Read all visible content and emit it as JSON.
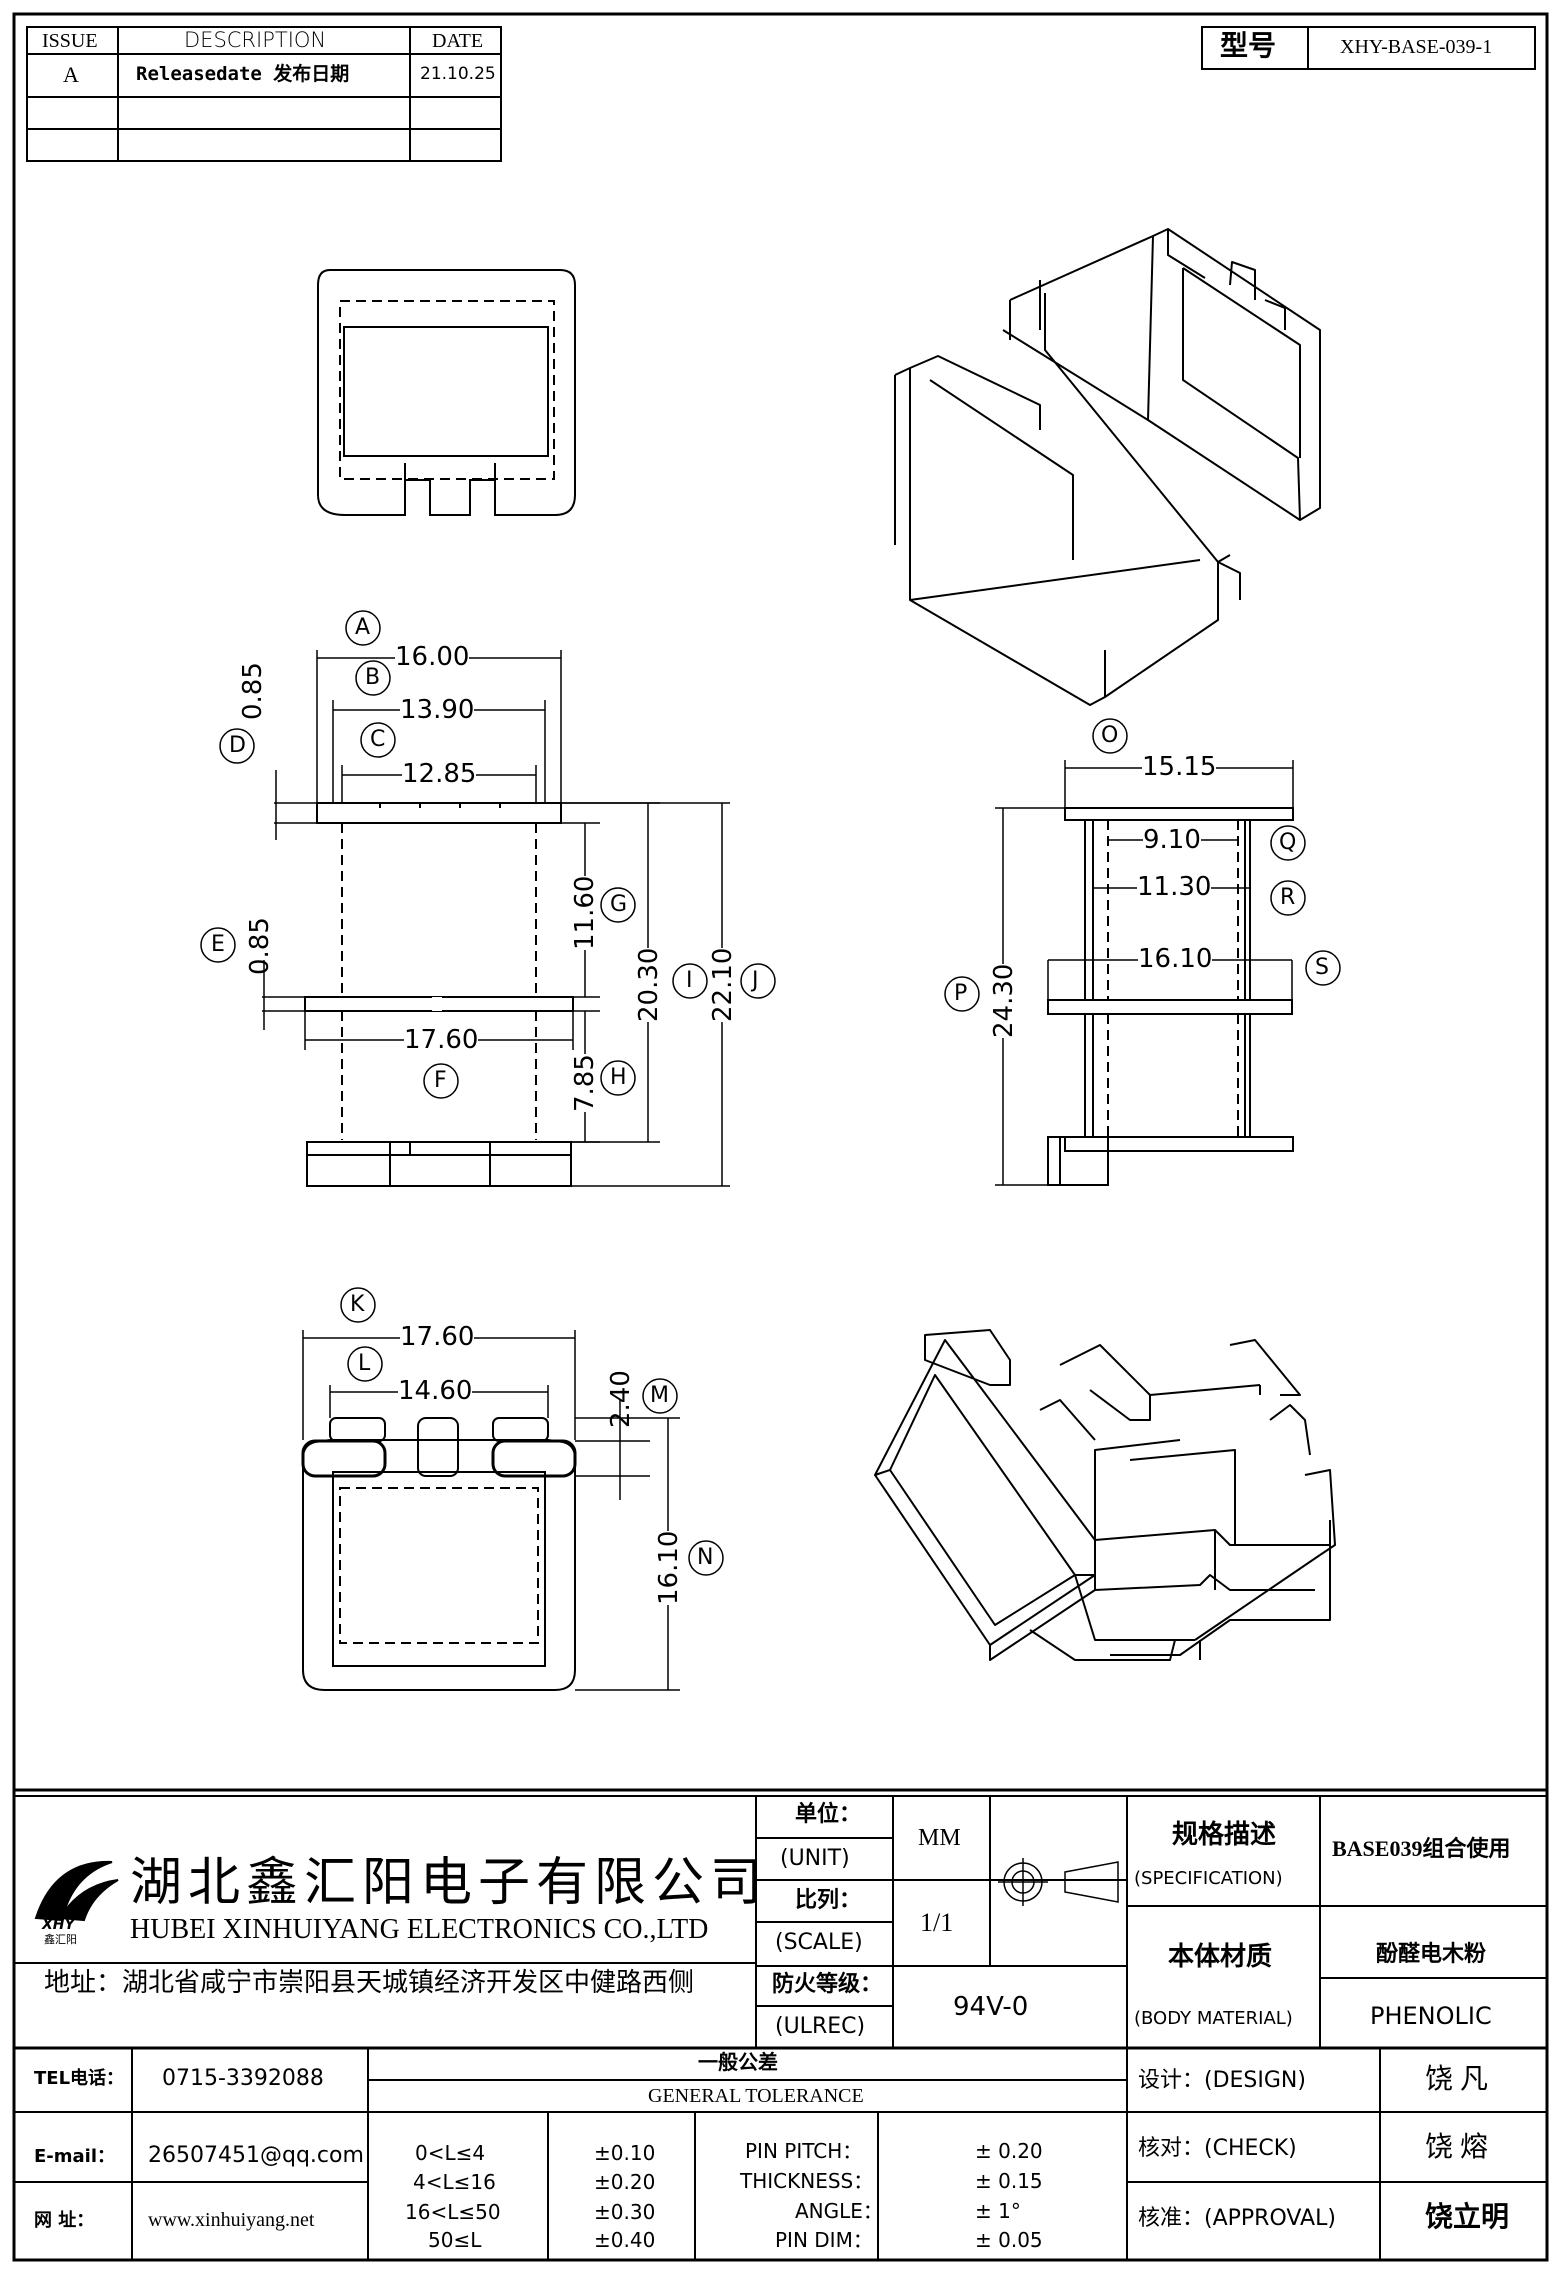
{
  "revision_table": {
    "headers": {
      "issue": "ISSUE",
      "description": "DESCRIPTION",
      "date": "DATE"
    },
    "rows": [
      {
        "issue": "A",
        "description": "Releasedate 发布日期",
        "date": "21.10.25"
      }
    ]
  },
  "part_number": {
    "label": "型号",
    "value": "XHY-BASE-039-1"
  },
  "dimensions": {
    "front": {
      "A": "16.00",
      "B": "13.90",
      "C": "12.85",
      "D": "0.85",
      "E": "0.85",
      "F": "17.60",
      "G": "11.60",
      "H": "7.85",
      "I": "20.30",
      "J": "22.10"
    },
    "side": {
      "O": "15.15",
      "Q": "9.10",
      "R": "11.30",
      "S": "16.10",
      "P": "24.30"
    },
    "bottom": {
      "K": "17.60",
      "L": "14.60",
      "M": "2.40",
      "N": "16.10"
    }
  },
  "dimension_letters": [
    "A",
    "B",
    "C",
    "D",
    "E",
    "F",
    "G",
    "H",
    "I",
    "J",
    "K",
    "L",
    "M",
    "N",
    "O",
    "P",
    "Q",
    "R",
    "S"
  ],
  "company": {
    "logo_text": "XHY",
    "logo_sub": "鑫汇阳",
    "name_cn": "湖北鑫汇阳电子有限公司",
    "name_en": "HUBEI XINHUIYANG ELECTRONICS CO.,LTD",
    "address": "地址：湖北省咸宁市崇阳县天城镇经济开发区中健路西侧"
  },
  "title_block": {
    "unit_label_cn": "单位：",
    "unit_label_en": "(UNIT)",
    "unit_value": "MM",
    "scale_label_cn": "比列：",
    "scale_label_en": "(SCALE)",
    "scale_value": "1/1",
    "ulrec_label_cn": "防火等级：",
    "ulrec_label_en": "(ULREC)",
    "ulrec_value": "94V-0",
    "spec_label_cn": "规格描述",
    "spec_label_en": "(SPECIFICATION)",
    "spec_value": "BASE039组合使用",
    "material_label_cn": "本体材质",
    "material_label_en": "(BODY MATERIAL)",
    "material_value_cn": "酚醛电木粉",
    "material_value_en": "PHENOLIC"
  },
  "contact": {
    "tel_label": "TEL电话：",
    "tel": "0715-3392088",
    "email_label": "E-mail：",
    "email": "26507451@qq.com",
    "web_label": "网  址：",
    "web": "www.xinhuiyang.net"
  },
  "tolerance": {
    "title_cn": "一般公差",
    "title_en": "GENERAL TOLERANCE",
    "rows": [
      {
        "range": "0<L≤4",
        "tol": "±0.10",
        "item": "PIN PITCH：",
        "value": "±  0.20"
      },
      {
        "range": "4<L≤16",
        "tol": "±0.20",
        "item": "THICKNESS：",
        "value": "±  0.15"
      },
      {
        "range": "16<L≤50",
        "tol": "±0.30",
        "item": "ANGLE：",
        "value": "±  1°"
      },
      {
        "range": "50≤L",
        "tol": "±0.40",
        "item": "PIN DIM：",
        "value": "±  0.05"
      }
    ]
  },
  "approvals": [
    {
      "label": "设计：(DESIGN)",
      "name": "饶  凡"
    },
    {
      "label": "核对：(CHECK)",
      "name": "饶  熔"
    },
    {
      "label": "核准：(APPROVAL)",
      "name": "饶立明"
    }
  ]
}
